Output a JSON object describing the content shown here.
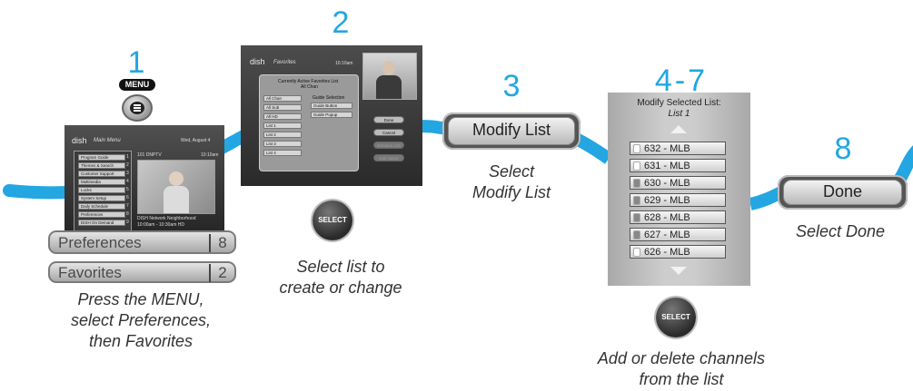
{
  "colors": {
    "accent": "#22a7e0",
    "flow_line": "#23a6e2"
  },
  "steps": {
    "s1": {
      "number": "1",
      "remote_menu_label": "MENU",
      "screen": {
        "logo": "dish",
        "title": "Main Menu",
        "date": "Wed, August 4",
        "items": [
          "Program Guide",
          "Themes & Search",
          "Customer Support",
          "Multimedia",
          "Locks",
          "System Setup",
          "Daily Schedule",
          "Preferences",
          "DISH On Demand"
        ],
        "item_numbers": [
          "1",
          "2",
          "3",
          "4",
          "5",
          "6",
          "7",
          "8",
          "9"
        ],
        "video_channel": "101 DNPTV",
        "video_time": "10:10am",
        "video_caption_1": "DISH Network Neighborhood",
        "video_caption_2": "10:00am - 10:30am HD"
      },
      "preferences_button": {
        "label": "Preferences",
        "number": "8"
      },
      "favorites_button": {
        "label": "Favorites",
        "number": "2"
      },
      "caption_lines": [
        "Press the MENU,",
        "select Preferences,",
        "then Favorites"
      ]
    },
    "s2": {
      "number": "2",
      "screen": {
        "logo": "dish",
        "title": "Favorites",
        "time": "10:10am",
        "panel_title_1": "Currently Active Favorites List",
        "panel_title_2": "All Chan",
        "lists": [
          "All Chan",
          "All Sub",
          "All HD",
          "List 1",
          "List 2",
          "List 3",
          "List 4"
        ],
        "guide_selection": "Guide Selection",
        "guide_options": [
          "Guide Button",
          "Guide Popup"
        ],
        "buttons": [
          "Done",
          "Cancel",
          "Rename List",
          "Edit Name"
        ]
      },
      "select_label": "SELECT",
      "caption_lines": [
        "Select list to",
        "create or change"
      ]
    },
    "s3": {
      "number": "3",
      "button_label": "Modify List",
      "caption_lines": [
        "Select",
        "Modify List"
      ]
    },
    "s4": {
      "number": "4-7",
      "panel_title": "Modify Selected List:",
      "panel_subtitle": "List 1",
      "channels": [
        {
          "label": "632 - MLB",
          "checked": false
        },
        {
          "label": "631 - MLB",
          "checked": false
        },
        {
          "label": "630 - MLB",
          "checked": true
        },
        {
          "label": "629 - MLB",
          "checked": true
        },
        {
          "label": "628 - MLB",
          "checked": true
        },
        {
          "label": "627 - MLB",
          "checked": true
        },
        {
          "label": "626 - MLB",
          "checked": false
        }
      ],
      "select_label": "SELECT",
      "caption_lines": [
        "Add or delete channels",
        "from the list"
      ]
    },
    "s8": {
      "number": "8",
      "button_label": "Done",
      "caption": "Select Done"
    }
  }
}
